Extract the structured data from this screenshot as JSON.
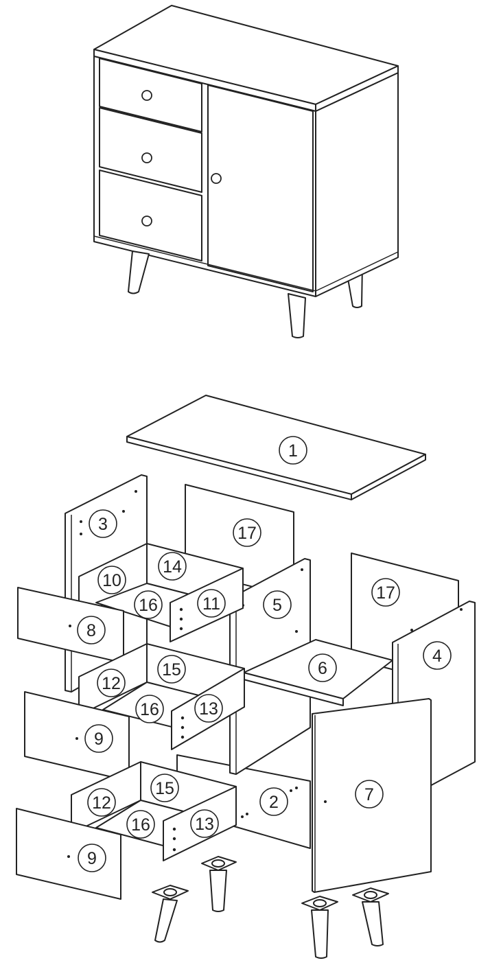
{
  "parts": [
    {
      "id": "part-1",
      "number": "1"
    },
    {
      "id": "part-2",
      "number": "2"
    },
    {
      "id": "part-3",
      "number": "3"
    },
    {
      "id": "part-4",
      "number": "4"
    },
    {
      "id": "part-5",
      "number": "5"
    },
    {
      "id": "part-6",
      "number": "6"
    },
    {
      "id": "part-7",
      "number": "7"
    },
    {
      "id": "part-8",
      "number": "8"
    },
    {
      "id": "part-9a",
      "number": "9"
    },
    {
      "id": "part-9b",
      "number": "9"
    },
    {
      "id": "part-10",
      "number": "10"
    },
    {
      "id": "part-11",
      "number": "11"
    },
    {
      "id": "part-12a",
      "number": "12"
    },
    {
      "id": "part-12b",
      "number": "12"
    },
    {
      "id": "part-13a",
      "number": "13"
    },
    {
      "id": "part-13b",
      "number": "13"
    },
    {
      "id": "part-14",
      "number": "14"
    },
    {
      "id": "part-15a",
      "number": "15"
    },
    {
      "id": "part-15b",
      "number": "15"
    },
    {
      "id": "part-16a",
      "number": "16"
    },
    {
      "id": "part-16b",
      "number": "16"
    },
    {
      "id": "part-16c",
      "number": "16"
    },
    {
      "id": "part-17a",
      "number": "17"
    },
    {
      "id": "part-17b",
      "number": "17"
    }
  ],
  "colors": {
    "line": "#222222",
    "fill": "#ffffff"
  }
}
